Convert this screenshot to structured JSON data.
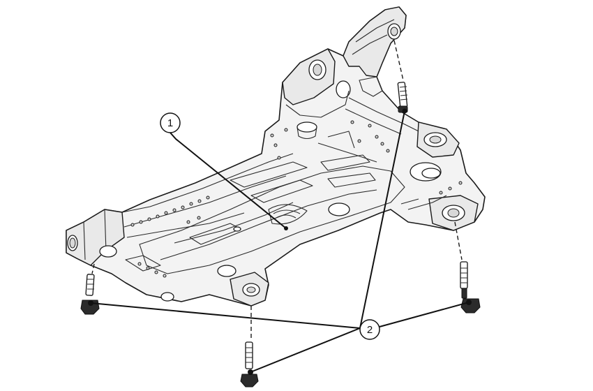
{
  "callouts": [
    {
      "id": "1",
      "label": "1"
    },
    {
      "id": "2",
      "label": "2"
    }
  ],
  "icons": {
    "subframe": "front-subframe-illustration",
    "bolt": "subframe-bolt-icon"
  },
  "colors": {
    "line": "#1a1a1a",
    "fill": "#f3f3f3",
    "background": "#ffffff"
  }
}
